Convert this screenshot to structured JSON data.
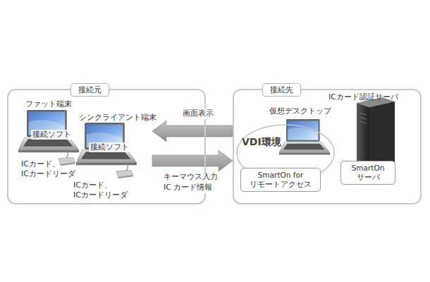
{
  "diagram": {
    "nodes": [
      {
        "text": [
          "接続元"
        ]
      },
      {
        "text": [
          "接続先"
        ]
      },
      {
        "text": [
          "VDI環境"
        ],
        "in": 1
      },
      {
        "text": [
          "SmartOn for リモートアクセス"
        ],
        "in": 1
      },
      {
        "text": [
          "SmartOn サーバ"
        ],
        "in": 1
      }
    ],
    "edges": [
      {
        "from": 1,
        "to": 0,
        "label": "画面表示",
        "arrow": "to"
      },
      {
        "from": 0,
        "to": 1,
        "label": "キーマウス入力 IC カード情報",
        "arrow": "to"
      }
    ],
    "labels": [
      "ファット端末",
      "接続ソフト",
      "ICカード、 ICカードリーダ",
      "シンクライアント端末",
      "接続ソフト",
      "ICカード、 ICカードリーダ",
      "仮想デスクトップ",
      "ICカード認証サーバ"
    ]
  }
}
